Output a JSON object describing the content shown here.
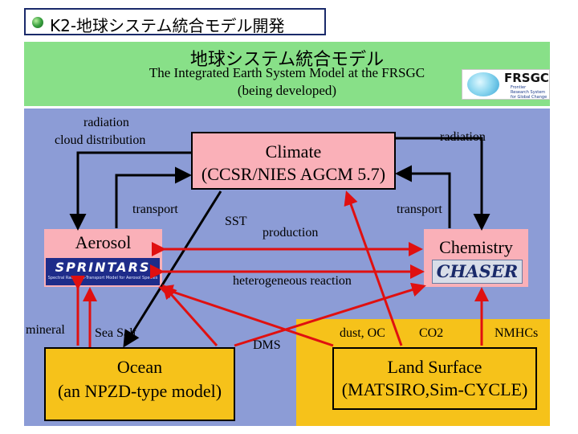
{
  "slide": {
    "title": "K2-地球システム統合モデル開発"
  },
  "header": {
    "title_jp": "地球システム統合モデル",
    "subtitle_line1": "The Integrated Earth System Model at the FRSGC",
    "subtitle_line2": "(being developed)"
  },
  "logo": {
    "name": "FRSGC",
    "line1": "Frontier",
    "line2": "Research System",
    "line3": "for Global Change"
  },
  "boxes": {
    "climate_line1": "Climate",
    "climate_line2": "(CCSR/NIES AGCM 5.7)",
    "aerosol": "Aerosol",
    "sprintars": "SPRINTARS",
    "sprintars_sub": "Spectral Radiation-Transport Model for Aerosol Species",
    "chemistry": "Chemistry",
    "chaser": "CHASER",
    "ocean_line1": "Ocean",
    "ocean_line2": "(an NPZD-type model)",
    "land_line1": "Land Surface",
    "land_line2": "(MATSIRO,Sim-CYCLE)"
  },
  "labels": {
    "radiation_left_line1": "radiation",
    "radiation_left_line2": "cloud distribution",
    "radiation_right": "radiation",
    "transport_left": "transport",
    "transport_right": "transport",
    "sst": "SST",
    "production": "production",
    "heterogeneous": "heterogeneous reaction",
    "mineral": "mineral",
    "sea_salt": "Sea Salt",
    "dms": "DMS",
    "dust_oc": "dust, OC",
    "co2": "CO2",
    "nmhcs": "NMHCs"
  },
  "colors": {
    "header_band": "#88e088",
    "panel_blue": "#8c9cd6",
    "component_pink": "#fab0b8",
    "land_yellow": "#f6c21a",
    "arrow_red": "#e01010",
    "arrow_black": "#000000"
  }
}
